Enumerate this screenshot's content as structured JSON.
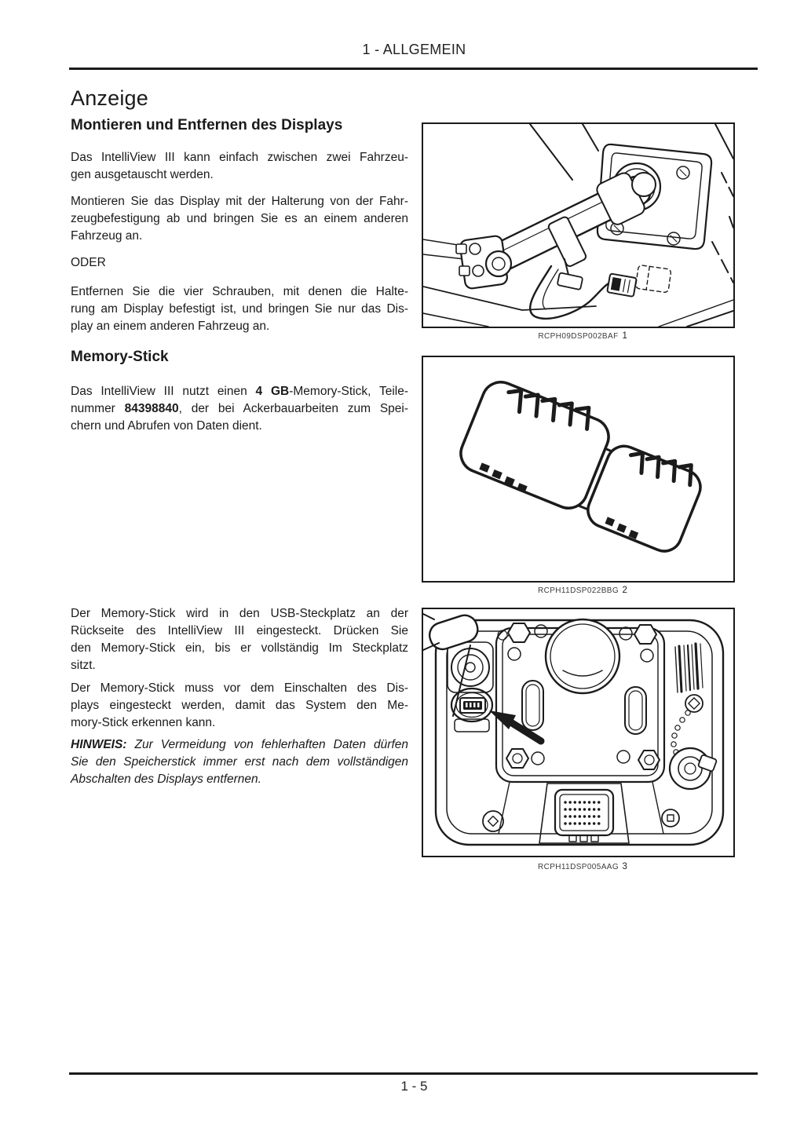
{
  "page": {
    "header": "1 - ALLGEMEIN",
    "footer": "1 - 5",
    "title": "Anzeige",
    "ink_color": "#1b1b1b",
    "paper_color": "#ffffff"
  },
  "sections": {
    "mount": {
      "heading": "Montieren und Entfernen des Displays",
      "paragraphs": [
        {
          "lines": [
            [
              [
                "Das IntelliView III kann einfach zwischen zwei Fahrzeu-",
                0
              ]
            ],
            [
              [
                "gen ausgetauscht werden.",
                0
              ]
            ]
          ]
        },
        {
          "lines": [
            [
              [
                "Montieren Sie das Display mit der Halterung von der Fahr-",
                0
              ]
            ],
            [
              [
                "zeugbefestigung ab und bringen Sie es an einem anderen",
                0
              ]
            ],
            [
              [
                "Fahrzeug an.",
                0
              ]
            ]
          ]
        },
        {
          "lines": [
            [
              [
                "ODER",
                0
              ]
            ]
          ]
        },
        {
          "lines": [
            [
              [
                "Entfernen Sie die vier Schrauben, mit denen die Halte-",
                0
              ]
            ],
            [
              [
                "rung am Display befestigt ist, und bringen Sie nur das Dis-",
                0
              ]
            ],
            [
              [
                "play an einem anderen Fahrzeug an.",
                0
              ]
            ]
          ]
        }
      ]
    },
    "memory": {
      "heading": "Memory-Stick",
      "paragraphs": [
        {
          "lines": [
            [
              [
                "Das IntelliView III nutzt einen ",
                0
              ],
              [
                "4 GB",
                1
              ],
              [
                "-Memory-Stick, Teile-",
                0
              ]
            ],
            [
              [
                "nummer ",
                0
              ],
              [
                "84398840",
                1
              ],
              [
                ", der bei Ackerbauarbeiten zum Spei-",
                0
              ]
            ],
            [
              [
                "chern und Abrufen von Daten dient.",
                0
              ]
            ]
          ]
        }
      ]
    },
    "usb": {
      "paragraphs": [
        {
          "lines": [
            [
              [
                "Der Memory-Stick wird in den USB-Steckplatz an der",
                0
              ]
            ],
            [
              [
                "Rückseite des IntelliView III eingesteckt. Drücken Sie",
                0
              ]
            ],
            [
              [
                "den Memory-Stick ein, bis er vollständig Im Steckplatz",
                0
              ]
            ],
            [
              [
                "sitzt.",
                0
              ]
            ]
          ]
        },
        {
          "lines": [
            [
              [
                "Der Memory-Stick muss vor dem Einschalten des Dis-",
                0
              ]
            ],
            [
              [
                "plays eingesteckt werden, damit das System den Me-",
                0
              ]
            ],
            [
              [
                "mory-Stick erkennen kann.",
                0
              ]
            ]
          ]
        },
        {
          "lines": [
            [
              [
                "HINWEIS:",
                1
              ],
              [
                " Zur Vermeidung von fehlerhaften Daten dürfen",
                0
              ]
            ],
            [
              [
                "Sie den Speicherstick immer erst nach dem vollständigen",
                0
              ]
            ],
            [
              [
                "Abschalten des Displays entfernen.",
                0
              ]
            ]
          ]
        }
      ]
    }
  },
  "figures": [
    {
      "code": "RCPH09DSP002BAF",
      "number": "1"
    },
    {
      "code": "RCPH11DSP022BBG",
      "number": "2"
    },
    {
      "code": "RCPH11DSP005AAG",
      "number": "3"
    }
  ]
}
